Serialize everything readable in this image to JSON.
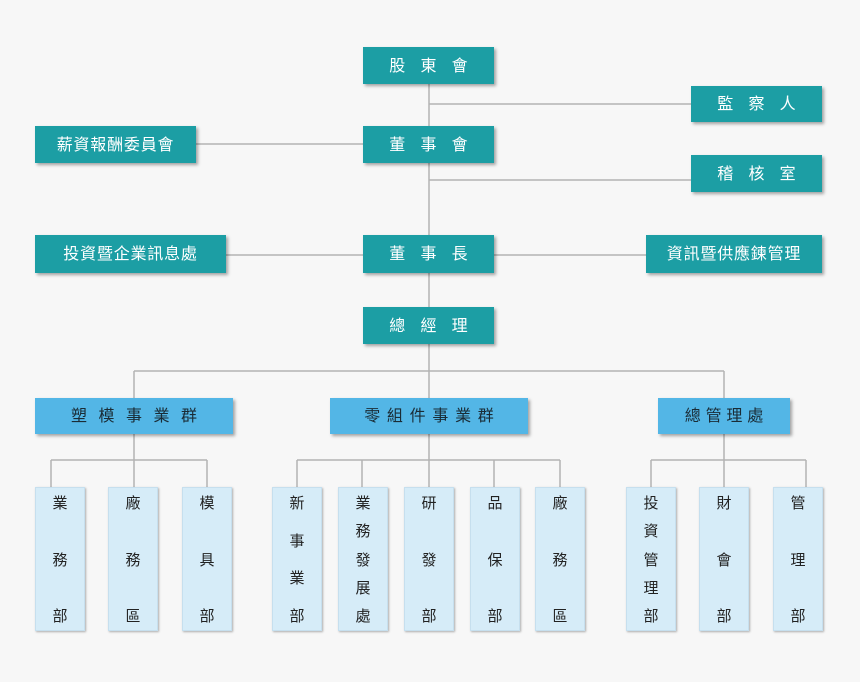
{
  "nodes": {
    "shareholders": "股東會",
    "supervisor": "監察人",
    "compensation_committee": "薪資報酬委員會",
    "board": "董事會",
    "audit_office": "稽核室",
    "investment_office": "投資暨企業訊息處",
    "chairman": "董事長",
    "it_supply_chain": "資訊暨供應鍊管理",
    "general_manager": "總經理",
    "mold_group": "塑模事業群",
    "component_group": "零組件事業群",
    "admin_office": "總管理處"
  },
  "departments": {
    "mold_business": "業務部",
    "mold_factory": "廠務區",
    "mold_tooling": "模具部",
    "new_business": "新事業部",
    "business_development": "業務發展處",
    "research": "研發部",
    "quality": "品保部",
    "comp_factory": "廠務區",
    "investment_mgmt": "投資管理部",
    "finance": "財會部",
    "management": "管理部"
  },
  "colors": {
    "executive": "#1c9ea4",
    "group": "#53b6e6",
    "department": "#d6ecf8",
    "connector": "#b3b3b3"
  }
}
